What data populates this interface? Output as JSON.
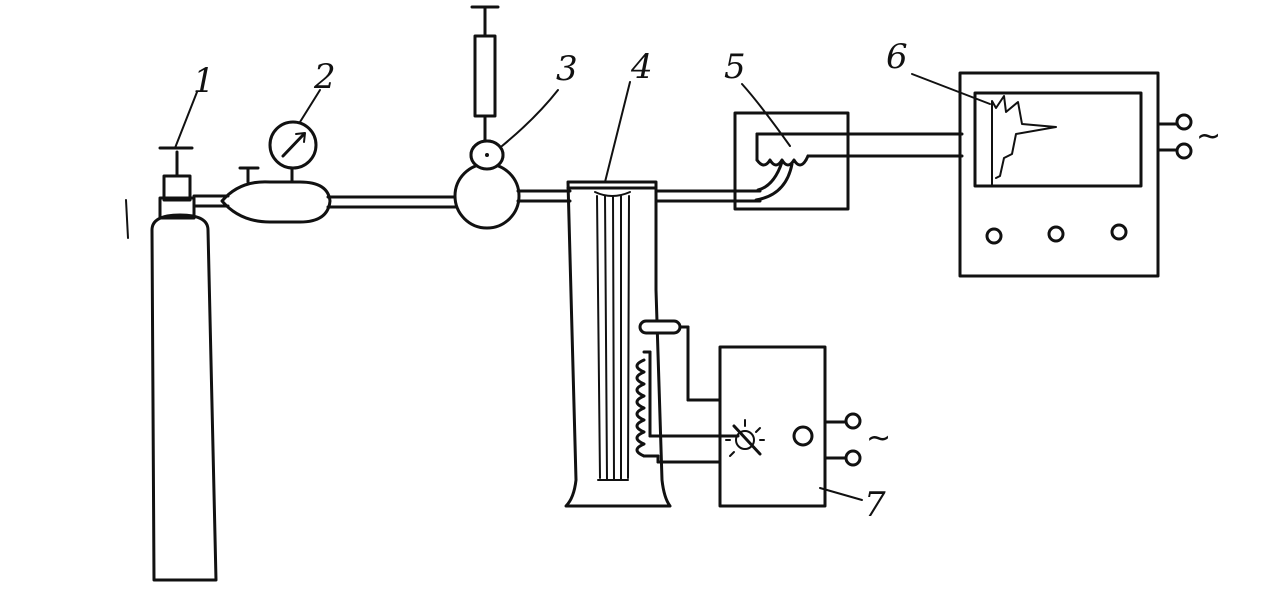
{
  "labels": {
    "cylinder": "1",
    "manometer": "2",
    "syringe_chamber": "3",
    "column": "4",
    "detector": "5",
    "recorder": "6",
    "control_unit": "7"
  },
  "power_symbol": "~"
}
